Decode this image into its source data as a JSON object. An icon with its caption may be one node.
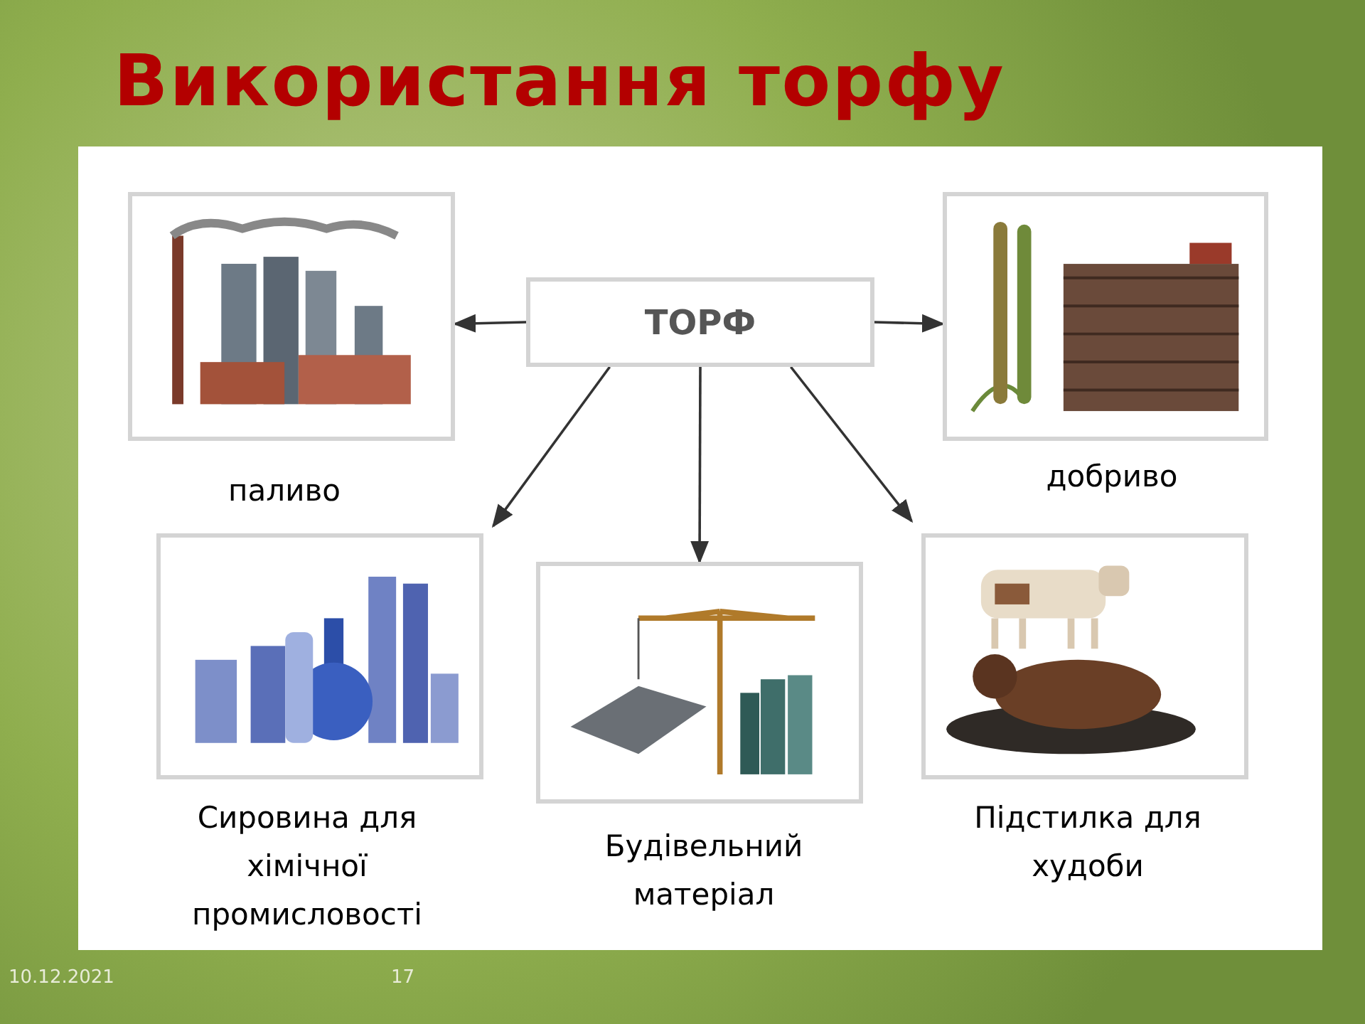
{
  "diagram": {
    "title": "Використання торфу",
    "nodes": [
      {
        "text": [],
        "shape": "picture",
        "beside": [
          "паливо"
        ]
      },
      {
        "text": [
          "ТОРФ"
        ]
      },
      {
        "text": [],
        "shape": "picture",
        "beside": [
          "добриво"
        ]
      },
      {
        "text": [],
        "shape": "picture",
        "beside": [
          "Сировина для хімічної промисловості"
        ]
      },
      {
        "text": [],
        "shape": "picture",
        "beside": [
          "Будівельний матеріал"
        ]
      },
      {
        "text": [],
        "shape": "picture",
        "beside": [
          "Підстилка для худоби"
        ]
      }
    ],
    "edges": [
      {
        "from": 1,
        "to": 0,
        "arrow": "to"
      },
      {
        "from": 1,
        "to": 2,
        "arrow": "to"
      },
      {
        "from": 1,
        "to": 3,
        "arrow": "to"
      },
      {
        "from": 1,
        "to": 4,
        "arrow": "to"
      },
      {
        "from": 1,
        "to": 5,
        "arrow": "to"
      }
    ],
    "labels": [
      "10.12.2021",
      "17"
    ]
  }
}
